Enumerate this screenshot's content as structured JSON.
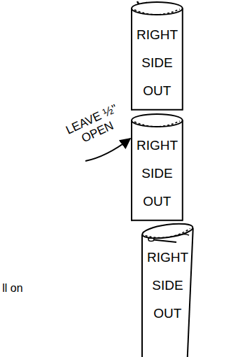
{
  "diagram": {
    "nodes": [
      {
        "text": [
          "RIGHT SIDE OUT"
        ]
      },
      {
        "text": [
          "RIGHT SIDE OUT"
        ]
      },
      {
        "text": [
          "RIGHT SIDE OUT"
        ]
      }
    ],
    "labels": [
      "LEAVE ½\" OPEN",
      "ll on"
    ]
  }
}
